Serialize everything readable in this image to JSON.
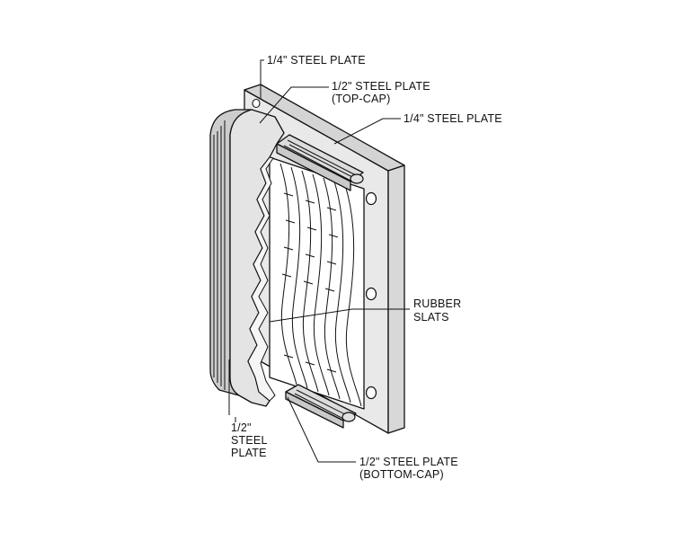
{
  "diagram": {
    "colors": {
      "plate": "#e6e6e6",
      "plate_dark": "#cfcfcf",
      "slat": "#ffffff",
      "outline": "#111111"
    },
    "labels": {
      "top_back_plate": "1/4\" STEEL PLATE",
      "top_cap_line1": "1/2\" STEEL PLATE",
      "top_cap_line2": "(TOP-CAP)",
      "right_plate": "1/4\" STEEL PLATE",
      "rubber_line1": "RUBBER",
      "rubber_line2": "SLATS",
      "front_plate_line1": "1/2\"",
      "front_plate_line2": "STEEL",
      "front_plate_line3": "PLATE",
      "bottom_cap_line1": "1/2\" STEEL PLATE",
      "bottom_cap_line2": "(BOTTOM-CAP)"
    }
  }
}
